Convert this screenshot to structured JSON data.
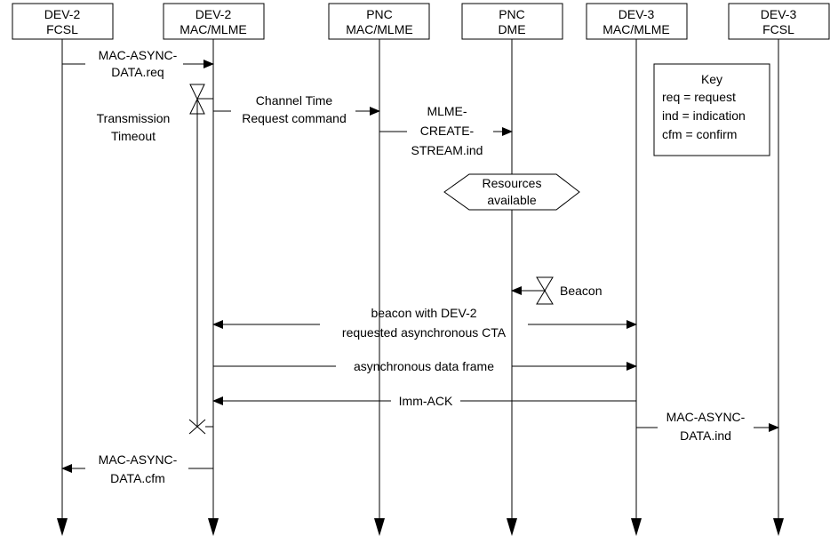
{
  "entities": [
    {
      "line1": "DEV-2",
      "line2": "FCSL"
    },
    {
      "line1": "DEV-2",
      "line2": "MAC/MLME"
    },
    {
      "line1": "PNC",
      "line2": "MAC/MLME"
    },
    {
      "line1": "PNC",
      "line2": "DME"
    },
    {
      "line1": "DEV-3",
      "line2": "MAC/MLME"
    },
    {
      "line1": "DEV-3",
      "line2": "FCSL"
    }
  ],
  "messages": {
    "async_req": {
      "line1": "MAC-ASYNC-",
      "line2": "DATA.req"
    },
    "channel_time": {
      "line1": "Channel Time",
      "line2": "Request command"
    },
    "mlme_create": {
      "line1": "MLME-",
      "line2": "CREATE-",
      "line3": "STREAM.ind"
    },
    "beacon_cta": {
      "line1": "beacon with DEV-2",
      "line2": "requested asynchronous CTA"
    },
    "async_frame": "asynchronous data frame",
    "imm_ack": "Imm-ACK",
    "async_ind": {
      "line1": "MAC-ASYNC-",
      "line2": "DATA.ind"
    },
    "async_cfm": {
      "line1": "MAC-ASYNC-",
      "line2": "DATA.cfm"
    }
  },
  "annotations": {
    "transmission_timeout": {
      "line1": "Transmission",
      "line2": "Timeout"
    },
    "resources": {
      "line1": "Resources",
      "line2": "available"
    },
    "beacon": "Beacon"
  },
  "key": {
    "title": "Key",
    "lines": [
      "req = request",
      "ind = indication",
      "cfm = confirm"
    ]
  }
}
